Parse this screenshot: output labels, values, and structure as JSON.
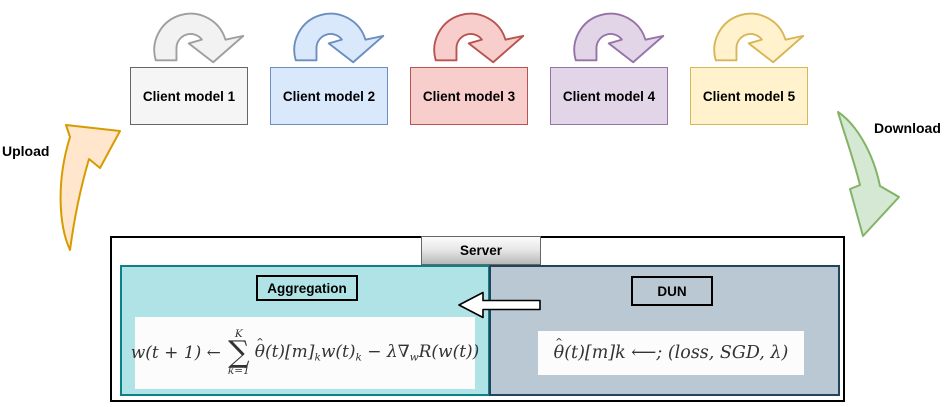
{
  "clients": [
    {
      "label": "Client model 1",
      "fill": "#f5f5f5",
      "stroke": "#666666",
      "loop_fill": "#f2f2f2",
      "loop_stroke": "#9e9e9e"
    },
    {
      "label": "Client model 2",
      "fill": "#dae8fc",
      "stroke": "#6c8ebf",
      "loop_fill": "#dae8fc",
      "loop_stroke": "#6c8ebf"
    },
    {
      "label": "Client model 3",
      "fill": "#f8cecc",
      "stroke": "#b85450",
      "loop_fill": "#f8cecc",
      "loop_stroke": "#b85450"
    },
    {
      "label": "Client model 4",
      "fill": "#e1d5e7",
      "stroke": "#9673a6",
      "loop_fill": "#e1d5e7",
      "loop_stroke": "#9673a6"
    },
    {
      "label": "Client model 5",
      "fill": "#fff2cc",
      "stroke": "#d6b656",
      "loop_fill": "#fff2cc",
      "loop_stroke": "#d6b656"
    }
  ],
  "upload": {
    "label": "Upload",
    "fill": "#ffe6cc",
    "stroke": "#d79b00"
  },
  "download": {
    "label": "Download",
    "fill": "#d5e8d4",
    "stroke": "#82b366"
  },
  "icons": {
    "client_loop": "circular-refresh-arrow",
    "upload": "curved-swoosh-arrow-up-right",
    "download": "curved-swoosh-arrow-down-left",
    "transfer": "block-arrow-left"
  },
  "server": {
    "label": "Server",
    "aggregation": {
      "label": "Aggregation",
      "fill": "#b0e3e6",
      "stroke": "#0e8088",
      "formula": {
        "lhs": "w(t + 1) ←",
        "sum_top": "K",
        "sum_symbol": "∑",
        "sum_bottom": "k=1",
        "rhs": [
          {
            "style": "hat",
            "text": "θ"
          },
          {
            "style": "plain",
            "text": "(t)[m]"
          },
          {
            "style": "sub",
            "text": "k"
          },
          {
            "style": "plain",
            "text": "w(t)"
          },
          {
            "style": "sub",
            "text": "k"
          },
          {
            "style": "plain",
            "text": " − λ∇"
          },
          {
            "style": "sub",
            "text": "w"
          },
          {
            "style": "plain",
            "text": "R(w(t))"
          }
        ]
      }
    },
    "dun": {
      "label": "DUN",
      "fill": "#bac8d3",
      "stroke": "#23445d",
      "formula": {
        "segments": [
          {
            "style": "hat",
            "text": "θ"
          },
          {
            "style": "plain",
            "text": "(t)[m]k ⟵; (loss, SGD, λ)"
          }
        ]
      }
    }
  }
}
